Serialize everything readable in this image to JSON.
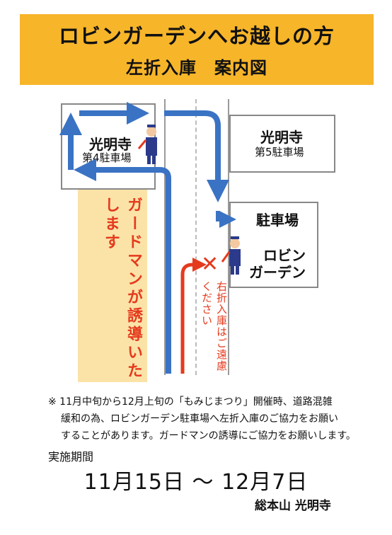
{
  "header": {
    "title": "ロビンガーデンへお越しの方",
    "subtitle": "左折入庫　案内図",
    "bg_color": "#f7b52a"
  },
  "lots": {
    "kozenji4": {
      "name": "光明寺",
      "sub": "第4駐車場"
    },
    "kozenji5": {
      "name": "光明寺",
      "sub": "第5駐車場"
    },
    "robin": {
      "name": "駐車場",
      "sub_line1": "ロビン",
      "sub_line2": "ガーデン"
    }
  },
  "guide": {
    "text": "ガードマンが誘導いたします",
    "bg_color": "#fbe3a8",
    "text_color": "#e53a1d"
  },
  "no_right_turn": {
    "text": "右折入庫はご遠慮ください",
    "mark": "✕"
  },
  "notes": {
    "line1": "※ 11月中旬から12月上旬の「もみじまつり」開催時、道路混雑",
    "line2": "緩和の為、ロビンガーデン駐車場へ左折入庫のご協力をお願い",
    "line3": "することがあります。ガードマンの誘導にご協力をお願いします。"
  },
  "period": {
    "label": "実施期間",
    "dates": "11月15日 ～ 12月7日"
  },
  "organization": "総本山 光明寺",
  "colors": {
    "arrow_blue": "#3a73c4",
    "arrow_red": "#e53a1d"
  }
}
